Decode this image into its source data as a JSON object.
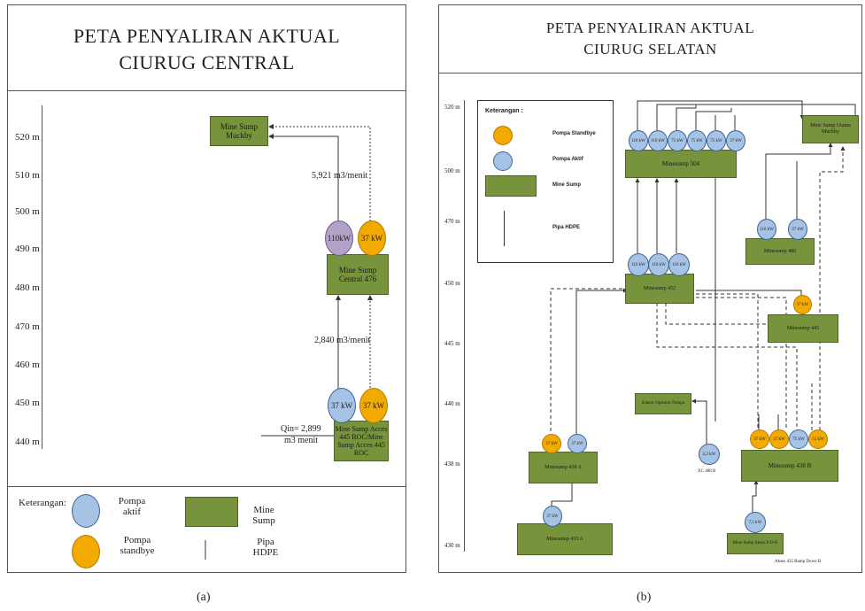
{
  "panel_a": {
    "title_line1": "PETA PENYALIRAN AKTUAL",
    "title_line2": "CIURUG CENTRAL",
    "axis": [
      "520 m",
      "510 m",
      "500 m",
      "490 m",
      "480 m",
      "470 m",
      "460 m",
      "450 m",
      "440 m"
    ],
    "sump_muckby": "Mine Sump Muckby",
    "sump_central": "Mine Sump Central 476",
    "sump_access": "Mine Sump Acces 445 ROC/Mine Sump Acces 445 ROC",
    "pump_110": "110kW",
    "pump_37_top": "37 kW",
    "pump_37_bot_blue": "37 kW",
    "pump_37_bot_orange": "37 kW",
    "flow_top": "5,921 m3/menit",
    "flow_mid": "2,840 m3/menit",
    "qin_line1": "Qin= 2,899",
    "qin_line2": "m3 menit",
    "legend": {
      "title": "Keterangan:",
      "pompa_aktif": "Pompa aktif",
      "pompa_standbye": "Pompa standbye",
      "mine_sump": "Mine Sump",
      "pipa": "Pipa HDPE"
    },
    "caption": "(a)"
  },
  "panel_b": {
    "title_line1": "PETA PENYALIRAN AKTUAL",
    "title_line2": "CIURUG SELATAN",
    "axis": [
      "520 m",
      "500 m",
      "470 m",
      "450 m",
      "445 m",
      "440 m",
      "438 m",
      "430 m"
    ],
    "legend": {
      "title": "Keterangan :",
      "pompa_standbye": "Pompa Standbye",
      "pompa_aktif": "Pompa Aktif",
      "mine_sump": "Mine Sump",
      "pipa": "Pipa HDPE"
    },
    "sumps": {
      "s504": "Minesump 504",
      "utama": "Mine Sump Utama Muckby",
      "s480": "Minesump 480",
      "s452": "Minesump 452",
      "s445": "Minesump 445",
      "s438a": "Minesump 438 A",
      "s438b": "Minesump 438 B",
      "s435a": "Minesump 435 A",
      "akses": "Mine Sump Akses 8-D-B",
      "kantor": "Kantor Operator Pompa"
    },
    "pumps": {
      "p504": [
        "110 kW",
        "110 kW",
        "75 kW",
        "75 kW",
        "75 kW",
        "37 kW"
      ],
      "p480": [
        "110 kW",
        "37 kW"
      ],
      "p452": [
        "110 kW",
        "110 kW",
        "110 kW"
      ],
      "p445": "37 kW",
      "p438a": [
        "37 kW",
        "37 kW"
      ],
      "p438b": [
        "37 kW",
        "37 kW",
        "75 kW",
        "55 kW"
      ],
      "p22": "2,2 kW",
      "p435a": "37 kW",
      "p75": "7,5 kW"
    },
    "xc_label": "XC 488 B",
    "bottom_note": "Akses 435 Ramp Down B",
    "caption": "(b)"
  }
}
